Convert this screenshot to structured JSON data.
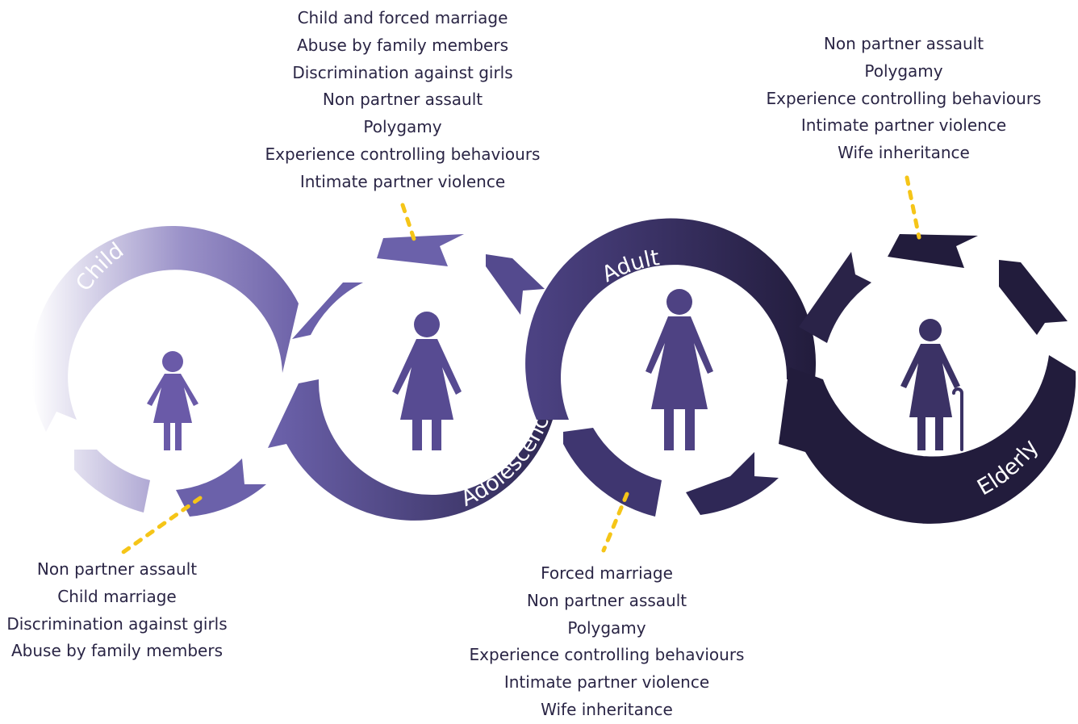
{
  "colors": {
    "child_start": "#ffffff",
    "child_end": "#6a5fa6",
    "adolescence": "#4a3f80",
    "adult": "#231d3e",
    "elderly": "#221c3c",
    "figure_child": "#6a5aa8",
    "figure_adolescent": "#574b92",
    "figure_adult": "#4e4283",
    "figure_elderly": "#3b3265",
    "connector": "#f5c518",
    "text": "#2a2545"
  },
  "stages": [
    {
      "id": "child",
      "label": "Child",
      "icon": "girl-figure-icon",
      "risks": [
        "Non partner assault",
        "Child marriage",
        "Discrimination against girls",
        "Abuse by family members"
      ]
    },
    {
      "id": "adolescence",
      "label": "Adolescence",
      "icon": "adolescent-figure-icon",
      "risks": [
        "Child and forced marriage",
        "Abuse by family members",
        "Discrimination against girls",
        "Non partner assault",
        "Polygamy",
        "Experience controlling behaviours",
        "Intimate partner violence"
      ]
    },
    {
      "id": "adult",
      "label": "Adult",
      "icon": "woman-figure-icon",
      "risks": [
        "Forced marriage",
        "Non partner assault",
        "Polygamy",
        "Experience controlling behaviours",
        "Intimate partner violence",
        "Wife inheritance"
      ]
    },
    {
      "id": "elderly",
      "label": "Elderly",
      "icon": "elderly-woman-with-cane-icon",
      "risks": [
        "Non partner assault",
        "Polygamy",
        "Experience controlling behaviours",
        "Intimate partner violence",
        "Wife inheritance"
      ]
    }
  ]
}
